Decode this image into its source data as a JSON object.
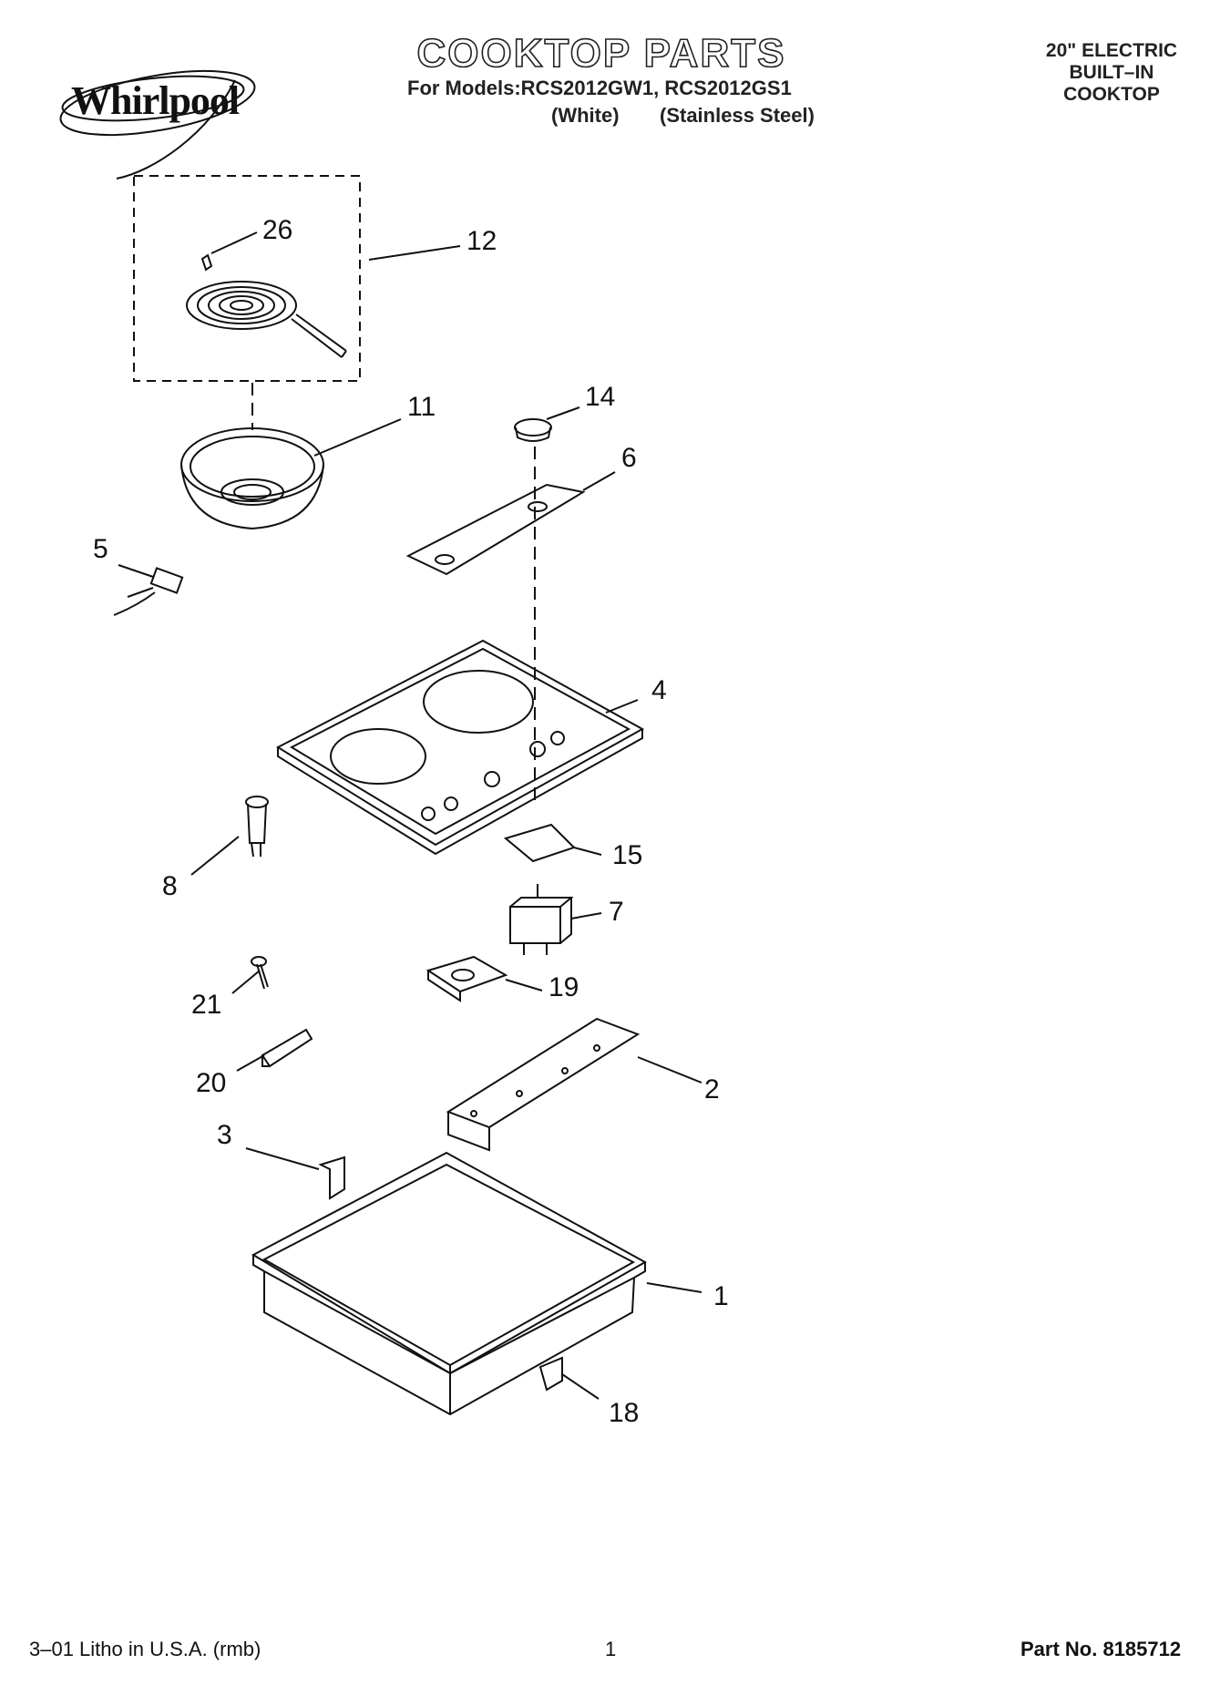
{
  "header": {
    "brand": "Whirlpool",
    "title": "COOKTOP PARTS",
    "models_line": "For Models:RCS2012GW1, RCS2012GS1",
    "variant_white": "(White)",
    "variant_stainless": "(Stainless Steel)",
    "appliance_line1": "20\" ELECTRIC",
    "appliance_line2": "BUILT–IN",
    "appliance_line3": "COOKTOP"
  },
  "callouts": {
    "c26": "26",
    "c12": "12",
    "c11": "11",
    "c14": "14",
    "c6": "6",
    "c5": "5",
    "c4": "4",
    "c8": "8",
    "c15": "15",
    "c7": "7",
    "c21": "21",
    "c19": "19",
    "c20": "20",
    "c2": "2",
    "c3": "3",
    "c1": "1",
    "c18": "18"
  },
  "footer": {
    "left": "3–01 Litho in U.S.A. (rmb)",
    "page": "1",
    "part_no": "Part No. 8185712"
  }
}
